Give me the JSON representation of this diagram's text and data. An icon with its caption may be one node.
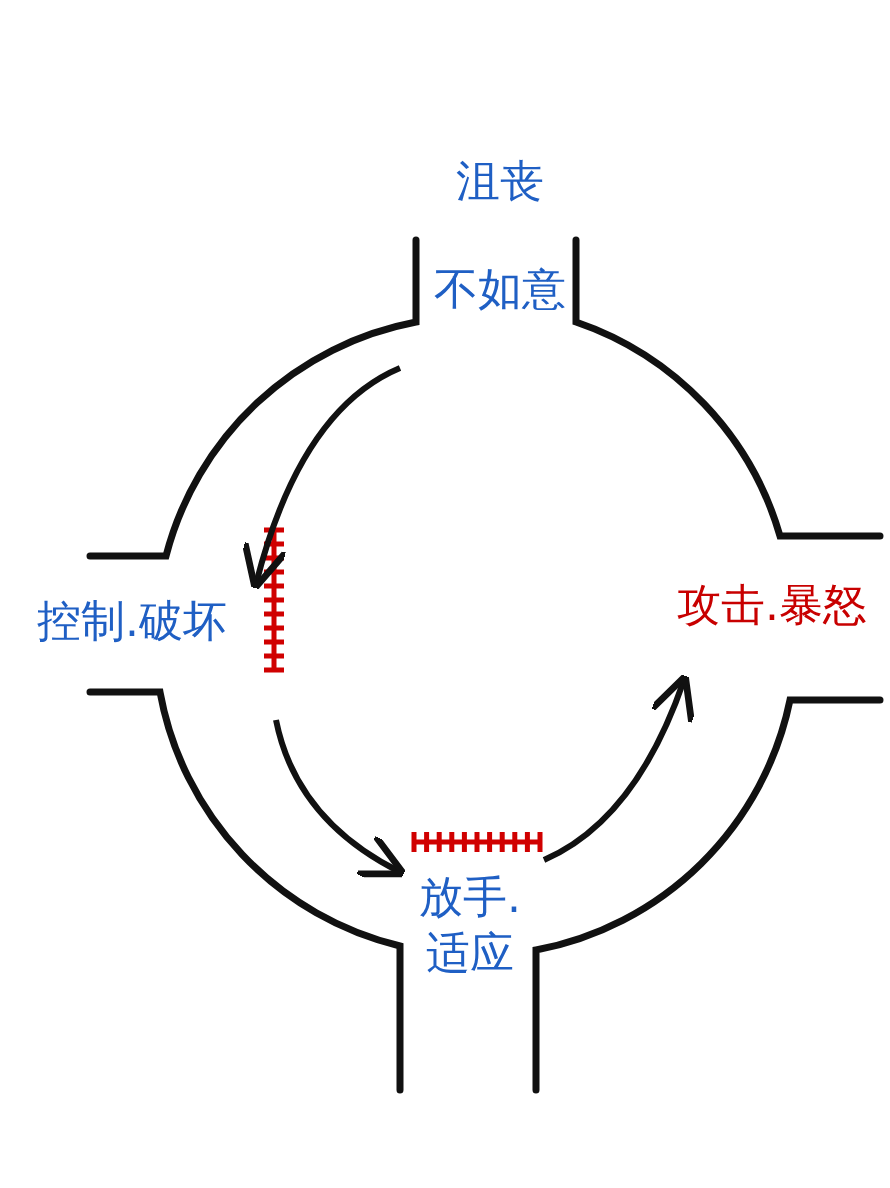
{
  "diagram": {
    "nodes": [
      {
        "text": [
          "沮丧",
          "不如意"
        ]
      },
      {
        "text": [
          "控制.破坏"
        ]
      },
      {
        "text": [
          "攻击.暴怒"
        ]
      },
      {
        "text": [
          "放手.适应"
        ]
      }
    ],
    "edges": [
      {
        "from": 0,
        "to": 1,
        "arrow": "to"
      },
      {
        "from": 1,
        "to": 3,
        "arrow": "to"
      },
      {
        "from": 3,
        "to": 2,
        "arrow": "to"
      }
    ]
  }
}
